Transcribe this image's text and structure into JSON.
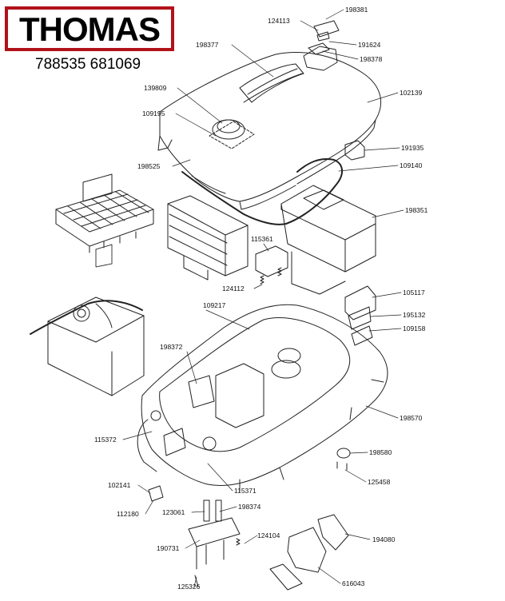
{
  "brand": {
    "name": "THOMAS",
    "color": "#b1121a",
    "codes": "788535 681069"
  },
  "parts": {
    "p198381": "198381",
    "p124113": "124113",
    "p191624": "191624",
    "p198377": "198377",
    "p198378": "198378",
    "p139809": "139809",
    "p102139": "102139",
    "p109195": "109195",
    "p191935": "191935",
    "p198525": "198525",
    "p109140": "109140",
    "p198351": "198351",
    "p115361": "115361",
    "p124112": "124112",
    "p105117": "105117",
    "p109217": "109217",
    "p195132": "195132",
    "p109158": "109158",
    "p198372": "198372",
    "p198570": "198570",
    "p115372": "115372",
    "p198580": "198580",
    "p125458": "125458",
    "p102141": "102141",
    "p115371": "115371",
    "p112180": "112180",
    "p123061": "123061",
    "p198374": "198374",
    "p124104": "124104",
    "p194080": "194080",
    "p190731": "190731",
    "p125326": "125326",
    "p616043": "616043"
  }
}
